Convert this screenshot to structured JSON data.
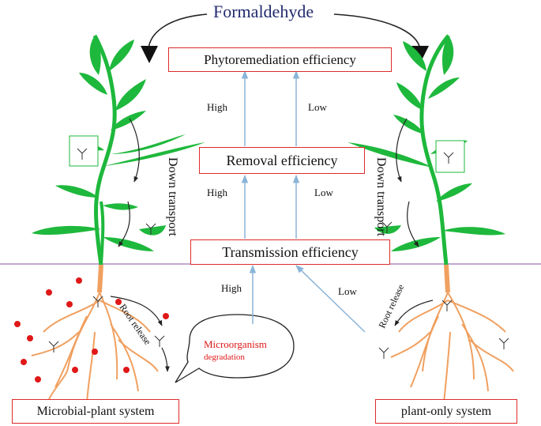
{
  "title": "Formaldehyde",
  "boxes": {
    "phytoremediation": "Phytoremediation efficiency",
    "removal": "Removal efficiency",
    "transmission": "Transmission efficiency",
    "microbial_system": "Microbial-plant system",
    "plant_only_system": "plant-only system"
  },
  "arrow_labels": {
    "high_top": "High",
    "low_top": "Low",
    "high_mid": "High",
    "low_mid": "Low",
    "high_bottom": "High",
    "low_bottom": "Low"
  },
  "side_labels": {
    "down_transport_left": "Down transport",
    "down_transport_right": "Down transport",
    "root_release_left": "Root release",
    "root_release_right": "Root release"
  },
  "bubble": {
    "line1": "Microorganism",
    "line2": "degradation"
  },
  "colors": {
    "plant_green": "#1eb83c",
    "root_orange": "#f0a060",
    "box_border": "#e02a2a",
    "arrow_blue": "#8ab4d8",
    "microbe_red": "#e01818",
    "ground_line": "#b08ac0"
  }
}
